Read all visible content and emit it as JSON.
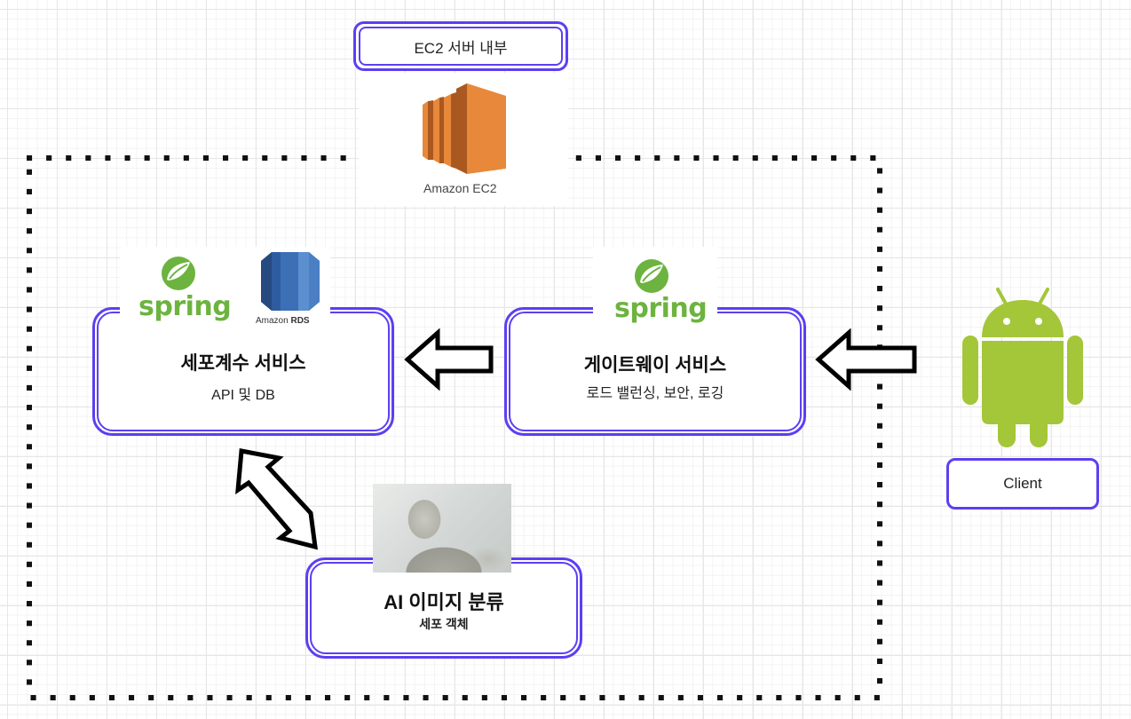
{
  "diagram": {
    "header_label": "EC2 서버 내부",
    "ec2": {
      "icon": "amazon-ec2-icon",
      "caption": "Amazon EC2",
      "color": "#e8883a"
    },
    "cell_count_service": {
      "title": "세포계수 서비스",
      "subtitle": "API 및 DB",
      "logos": [
        {
          "icon": "spring-icon",
          "text": "spring"
        },
        {
          "icon": "amazon-rds-icon",
          "caption_prefix": "Amazon ",
          "caption_strong": "RDS"
        }
      ]
    },
    "gateway_service": {
      "title": "게이트웨이 서비스",
      "subtitle": "로드 밸런싱, 보안, 로깅",
      "logos": [
        {
          "icon": "spring-icon",
          "text": "spring"
        }
      ]
    },
    "ai_service": {
      "title": "AI 이미지 분류",
      "subtitle": "세포 객체",
      "image": "robot-photo"
    },
    "client": {
      "icon": "android-icon",
      "label": "Client",
      "color": "#a4c639"
    },
    "connections": [
      {
        "from": "client",
        "to": "gateway_service",
        "type": "arrow-left"
      },
      {
        "from": "gateway_service",
        "to": "cell_count_service",
        "type": "arrow-left"
      },
      {
        "from": "cell_count_service",
        "to": "ai_service",
        "type": "arrow-bidirectional"
      }
    ],
    "colors": {
      "accent": "#5b3ff2",
      "spring_green": "#6db33f",
      "rds_blue": "#3b6fb6"
    }
  }
}
